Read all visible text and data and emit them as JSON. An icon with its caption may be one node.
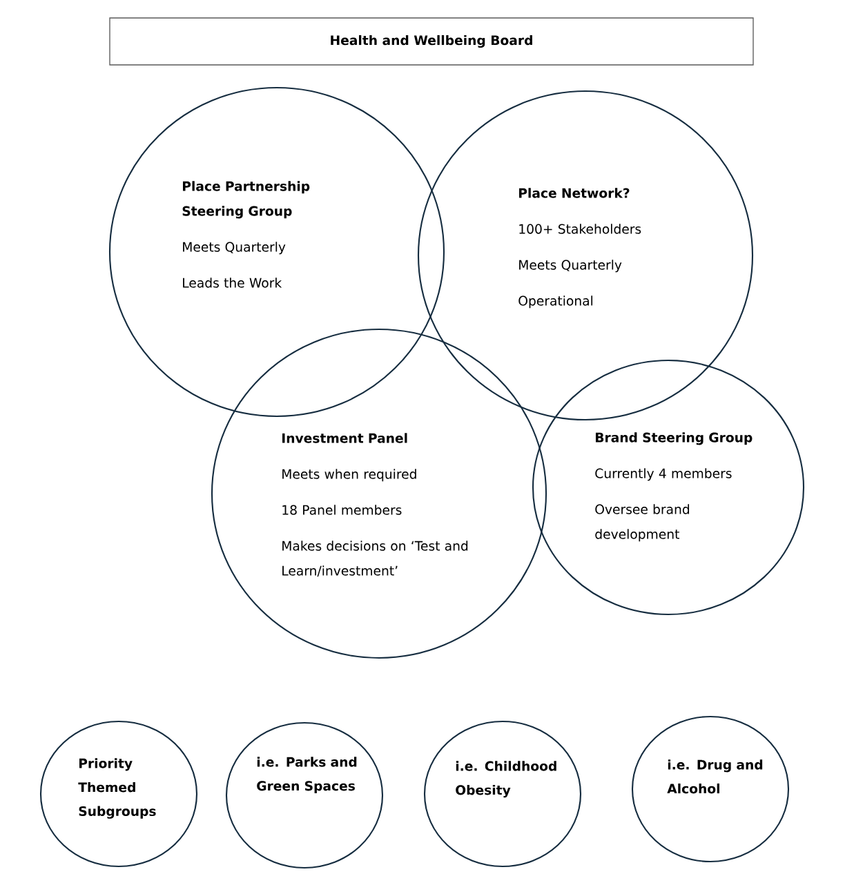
{
  "diagram": {
    "nodes": [
      {
        "text": [
          "Health and Wellbeing Board"
        ]
      },
      {
        "text": [
          "Place Partnership Steering Group",
          "Meets Quarterly",
          "Leads the Work"
        ]
      },
      {
        "text": [
          "Place Network?",
          "100+ Stakeholders",
          "Meets Quarterly",
          "Operational"
        ]
      },
      {
        "text": [
          "Investment Panel",
          "Meets when required",
          "18 Panel members",
          "Makes decisions on ‘Test and Learn/investment’"
        ]
      },
      {
        "text": [
          "Brand Steering Group",
          "Currently 4 members",
          "Oversee brand development"
        ]
      },
      {
        "text": [
          "Priority Themed Subgroups"
        ]
      },
      {
        "text": [
          "i.e. Parks and Green Spaces"
        ]
      },
      {
        "text": [
          "i.e. Childhood Obesity"
        ]
      },
      {
        "text": [
          "i.e. Drug and Alcohol"
        ]
      }
    ]
  }
}
